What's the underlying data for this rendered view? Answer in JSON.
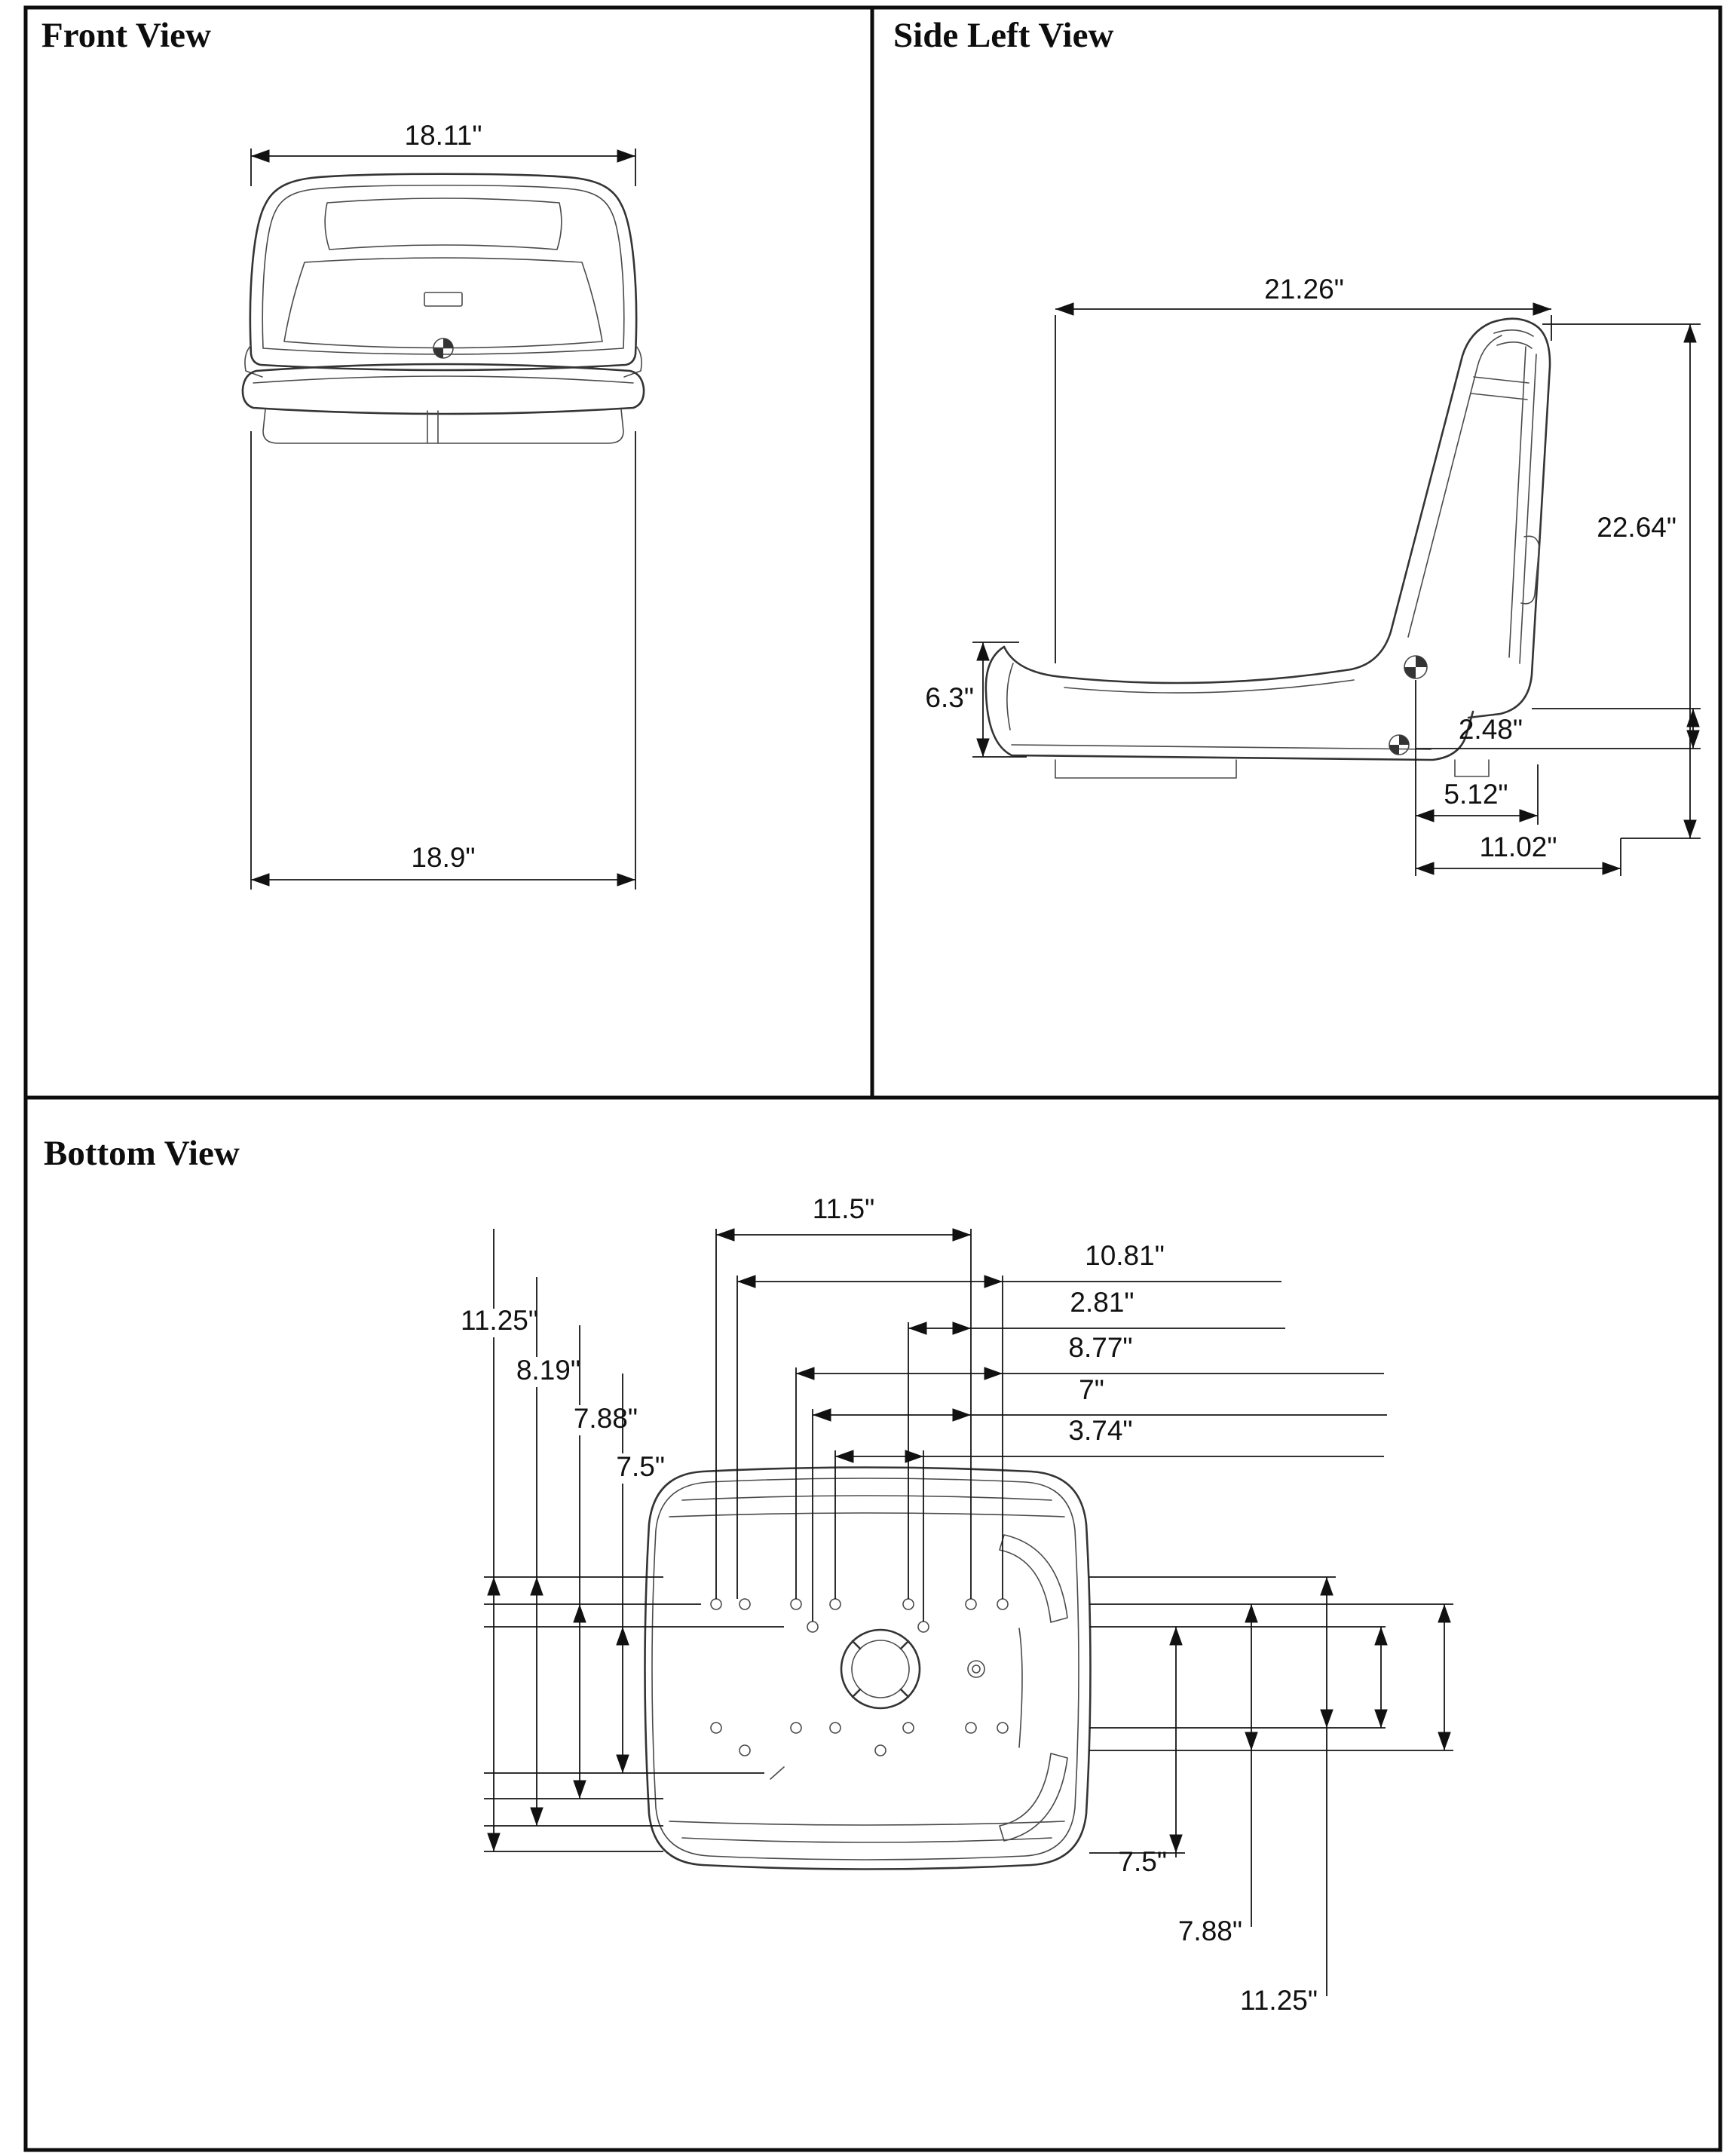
{
  "views": {
    "front": {
      "title": "Front View",
      "dim_top": "18.11\"",
      "dim_bottom": "18.9\""
    },
    "side": {
      "title": "Side Left View",
      "dim_width": "21.26\"",
      "dim_height": "22.64\"",
      "dim_seat_height": "6.3\"",
      "dim_offset": "2.48\"",
      "dim_hole_spacing": "5.12\"",
      "dim_base_length": "11.02\""
    },
    "bottom": {
      "title": "Bottom View",
      "top_dims": [
        "11.5\"",
        "10.81\"",
        "2.81\"",
        "8.77\"",
        "7\"",
        "3.74\""
      ],
      "left_dims": [
        "11.25\"",
        "8.19\"",
        "7.88\"",
        "7.5\""
      ],
      "bottom_dims": [
        "7.5\"",
        "7.88\"",
        "11.25\""
      ]
    }
  }
}
